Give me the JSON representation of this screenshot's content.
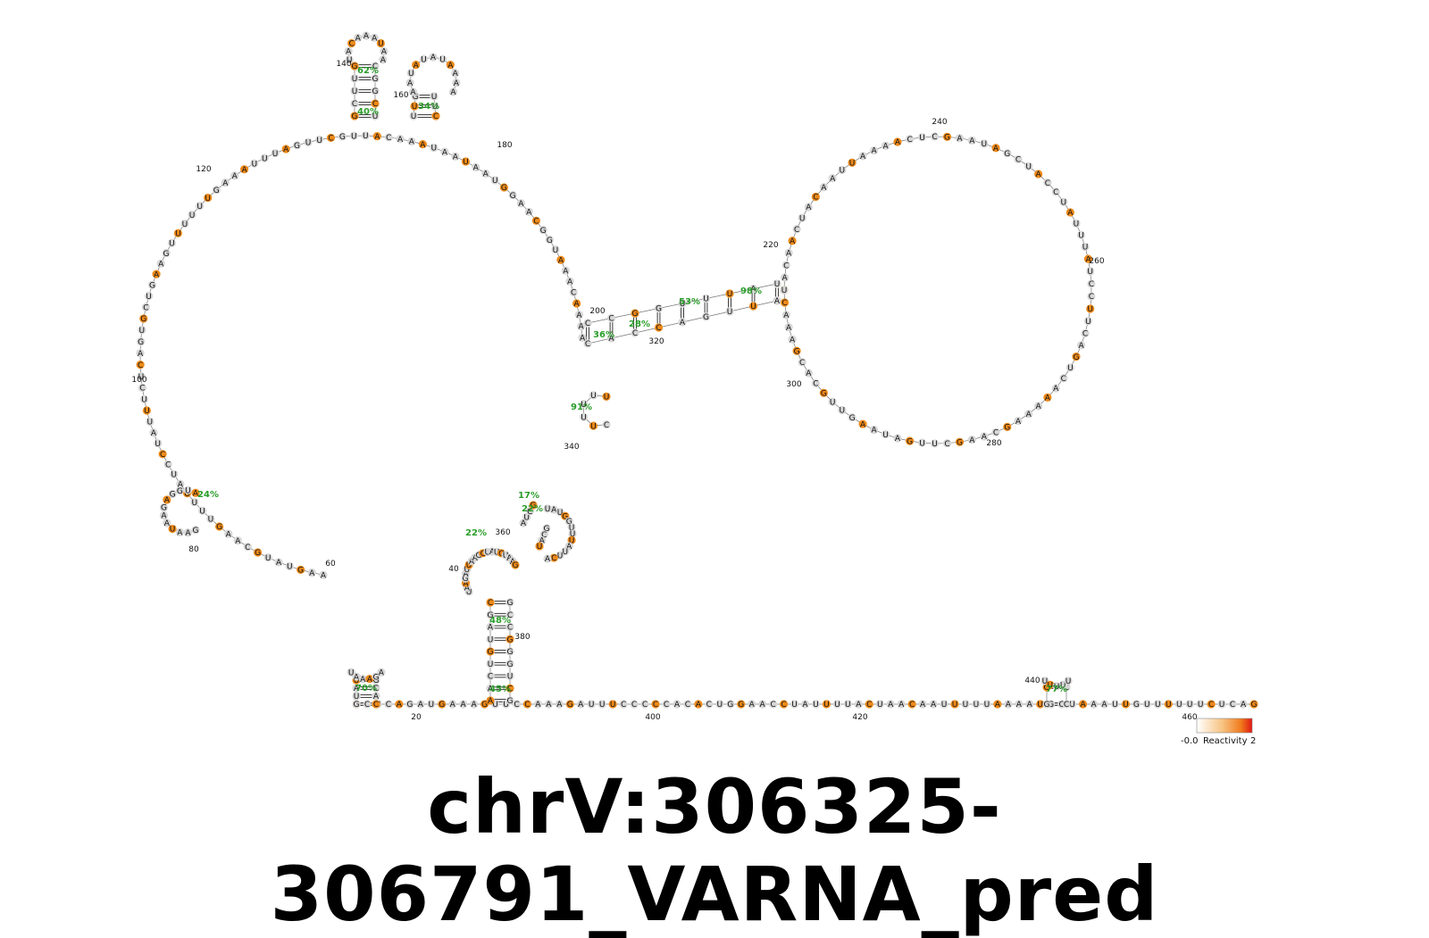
{
  "title": "chrV:306325-306791_VARNA_pred",
  "colors": {
    "low": "#d7d7d7",
    "mid": "#f8c585",
    "high": "#ee8a1a",
    "top": "#e01612",
    "pct": "#2a9d2a"
  },
  "legend": {
    "min": "-0.0",
    "label": "Reactivity",
    "max": "2"
  },
  "position_labels": [
    "20",
    "40",
    "60",
    "80",
    "100",
    "120",
    "140",
    "160",
    "180",
    "200",
    "220",
    "240",
    "260",
    "280",
    "300",
    "320",
    "340",
    "360",
    "380",
    "400",
    "420",
    "440",
    "460"
  ],
  "pair_probabilities": [
    "62%",
    "40%",
    "34%",
    "36%",
    "28%",
    "53%",
    "98%",
    "91%",
    "24%",
    "17%",
    "22%",
    "22%",
    "48%",
    "45%",
    "70%",
    "77%"
  ],
  "segments": {
    "tail": "GCUCAGAUGAAAGUUCCAAAGAUUUCCCCCACACUGGAACCUAUUUUACUAACAAUUUUUAAAAUGCUAAAUUGUUUUUUCUCAG",
    "big_loop": "AAGUAUGCAAGUUUUAUCCUAUUUCUCAGUGCUGAAGUUUUUUGAAAUUUAGUUCGUUACAAAUAAUAAUGGAACGGUAAACAAAA",
    "small_loop": "UUUUAUUGACUCAGAACAACGAUACUGCGUAAGUAACUUUAAUGUUUACCUAUAAUAAUAAAAAAGCA",
    "right_loop": "UACAACUACAAUUAAAACUCGAAUAGCUACCUAUUUAUCCUUCAGUCAAAAAGCAAGCUUGAUAAGUUGCACGAAACU",
    "stem_5p": "CCGGUUUAU",
    "stem_3p": "AUUGACCAC",
    "hp_140_5p": "GCUUG",
    "hp_140_loop": "UACAAAUAA",
    "hp_140_3p": "CGGCU",
    "hp_160_5p": "UUG",
    "hp_160_loop": "AAUAUAUAAAA",
    "hp_160_3p": "UUC",
    "hp_340_5p": "C",
    "hp_340_loop": "UUUUUC",
    "hp_340_3p": "A",
    "hp_80_5p": "C",
    "hp_80_loop": "AUGGAGAAUAAG",
    "hp_80_3p": "C",
    "hp_370_5p": "AUCG",
    "hp_370_loop": "UAUGGUUUAUUCA",
    "hp_370_3p": "GCAU",
    "hp_40_stem_5p": "AACUGUAGC",
    "hp_40_stem_3p": "GCCGGGUCG",
    "hp_40_loop": "UAAGAUUAAGCUAUCUAAG",
    "hp_20_5p": "GUAU",
    "hp_20_loop": "UAAAGA",
    "hp_20_3p": "GCAC",
    "hp_440_5p": "GG",
    "hp_440_loop": "UUUUU",
    "hp_440_3p": "CC"
  }
}
